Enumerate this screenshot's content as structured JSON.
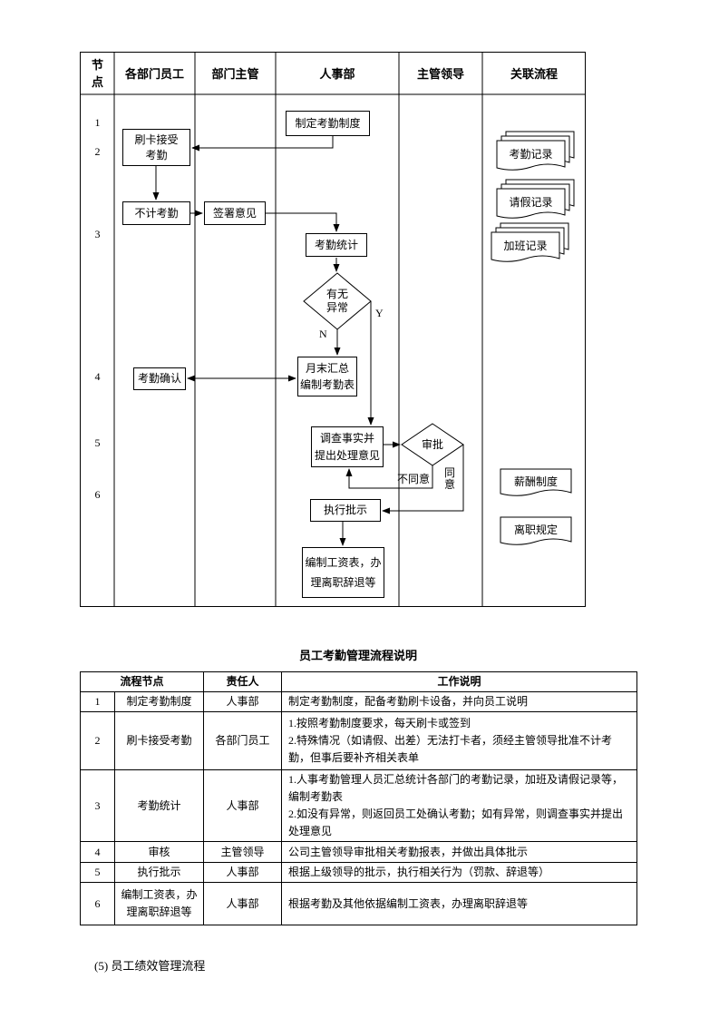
{
  "flowchart": {
    "lanes": [
      "节\n点",
      "各部门员工",
      "部门主管",
      "人事部",
      "主管领导",
      "关联流程"
    ],
    "node_numbers": [
      "1",
      "2",
      "3",
      "4",
      "5",
      "6"
    ],
    "nodes": {
      "create_policy": "制定考勤制度",
      "swipe_attendance": "刷卡接受\n考勤",
      "no_attendance": "不计考勤",
      "sign_opinion": "签署意见",
      "attendance_stats": "考勤统计",
      "any_abnormal": "有无\n异常",
      "monthly_summary": "月末汇总\n编制考勤表",
      "attendance_confirm": "考勤确认",
      "investigate": "调查事实并\n提出处理意见",
      "approve": "审批",
      "execute_instruction": "执行批示",
      "payroll": "编制工资表，办\n理离职辞退等"
    },
    "edge_labels": {
      "yes": "Y",
      "no": "N",
      "disagree": "不同意",
      "agree": "同\n意"
    },
    "documents": {
      "attendance_record": "考勤记录",
      "leave_record": "请假记录",
      "overtime_record": "加班记录",
      "salary_policy": "薪酬制度",
      "resign_policy": "离职规定"
    }
  },
  "section": {
    "table_title": "员工考勤管理流程说明",
    "footer": "(5)  员工绩效管理流程"
  },
  "table": {
    "headers": [
      "流程节点",
      "责任人",
      "工作说明"
    ],
    "rows": [
      {
        "no": "1",
        "node": "制定考勤制度",
        "owner": "人事部",
        "desc": "制定考勤制度，配备考勤刷卡设备，并向员工说明"
      },
      {
        "no": "2",
        "node": "刷卡接受考勤",
        "owner": "各部门员工",
        "desc": "1.按照考勤制度要求，每天刷卡或签到\n2.特殊情况（如请假、出差）无法打卡者，须经主管领导批准不计考勤，但事后要补齐相关表单"
      },
      {
        "no": "3",
        "node": "考勤统计",
        "owner": "人事部",
        "desc": "1.人事考勤管理人员汇总统计各部门的考勤记录，加班及请假记录等，编制考勤表\n2.如没有异常，则返回员工处确认考勤；如有异常，则调查事实并提出处理意见"
      },
      {
        "no": "4",
        "node": "审核",
        "owner": "主管领导",
        "desc": "公司主管领导审批相关考勤报表，并做出具体批示"
      },
      {
        "no": "5",
        "node": "执行批示",
        "owner": "人事部",
        "desc": "根据上级领导的批示，执行相关行为（罚款、辞退等）"
      },
      {
        "no": "6",
        "node": "编制工资表，办理离职辞退等",
        "owner": "人事部",
        "desc": "根据考勤及其他依据编制工资表，办理离职辞退等"
      }
    ]
  }
}
